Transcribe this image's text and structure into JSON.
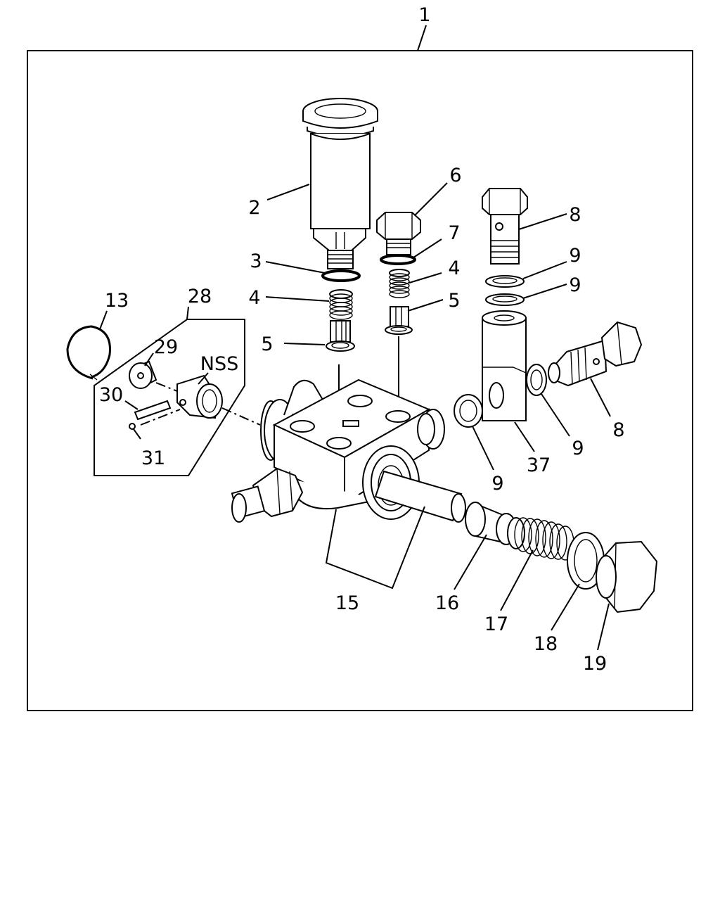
{
  "labels": {
    "l1": "1",
    "l2": "2",
    "l3": "3",
    "l4a": "4",
    "l4b": "4",
    "l5a": "5",
    "l5b": "5",
    "l6": "6",
    "l7": "7",
    "l8a": "8",
    "l8b": "8",
    "l9a": "9",
    "l9b": "9",
    "l9c": "9",
    "l9d": "9",
    "l13": "13",
    "l15": "15",
    "l16": "16",
    "l17": "17",
    "l18": "18",
    "l19": "19",
    "l28": "28",
    "l29": "29",
    "l30": "30",
    "l31": "31",
    "l37": "37",
    "nss": "NSS"
  }
}
